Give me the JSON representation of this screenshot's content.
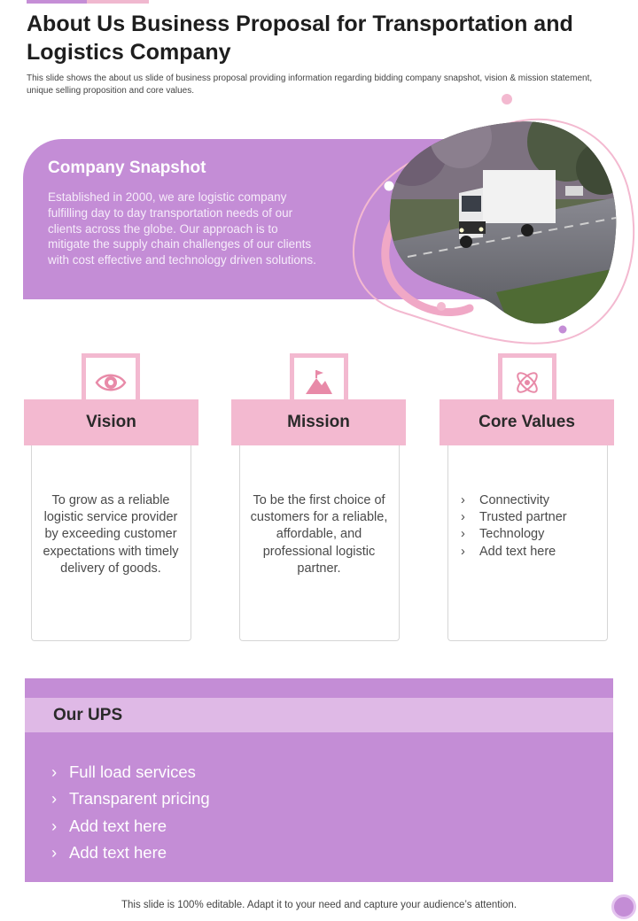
{
  "page": {
    "title": "About Us Business Proposal for Transportation and Logistics Company",
    "subtitle": "This slide shows the about us slide of business proposal providing information regarding bidding company snapshot, vision & mission statement, unique selling proposition and core values."
  },
  "snapshot": {
    "heading": "Company Snapshot",
    "body": "Established in 2000, we are logistic company fulfilling day to day transportation needs of our clients across the globe. Our approach is to mitigate the supply chain challenges of our clients with cost effective and technology driven solutions.",
    "photo_icon": "delivery-truck-photo"
  },
  "pillars": [
    {
      "title": "Vision",
      "icon": "eye-icon",
      "text": "To grow as a reliable logistic service provider by exceeding customer expectations with timely delivery of goods."
    },
    {
      "title": "Mission",
      "icon": "mountain-flag-icon",
      "text": "To be the first choice of customers for a reliable, affordable, and professional logistic partner."
    },
    {
      "title": "Core Values",
      "icon": "atom-icon",
      "items": [
        "Connectivity",
        "Trusted partner",
        "Technology",
        "Add text here"
      ]
    }
  ],
  "ups": {
    "title": "Our UPS",
    "items": [
      "Full load services",
      "Transparent pricing",
      "Add text here",
      "Add text here"
    ]
  },
  "footer": {
    "text": "This slide is 100% editable. Adapt it to your need and capture your audience’s attention."
  },
  "colors": {
    "purple": "#c48dd6",
    "light_purple": "#dfb9e6",
    "pink": "#f3b9d0",
    "icon_pink": "#e88aa8"
  }
}
